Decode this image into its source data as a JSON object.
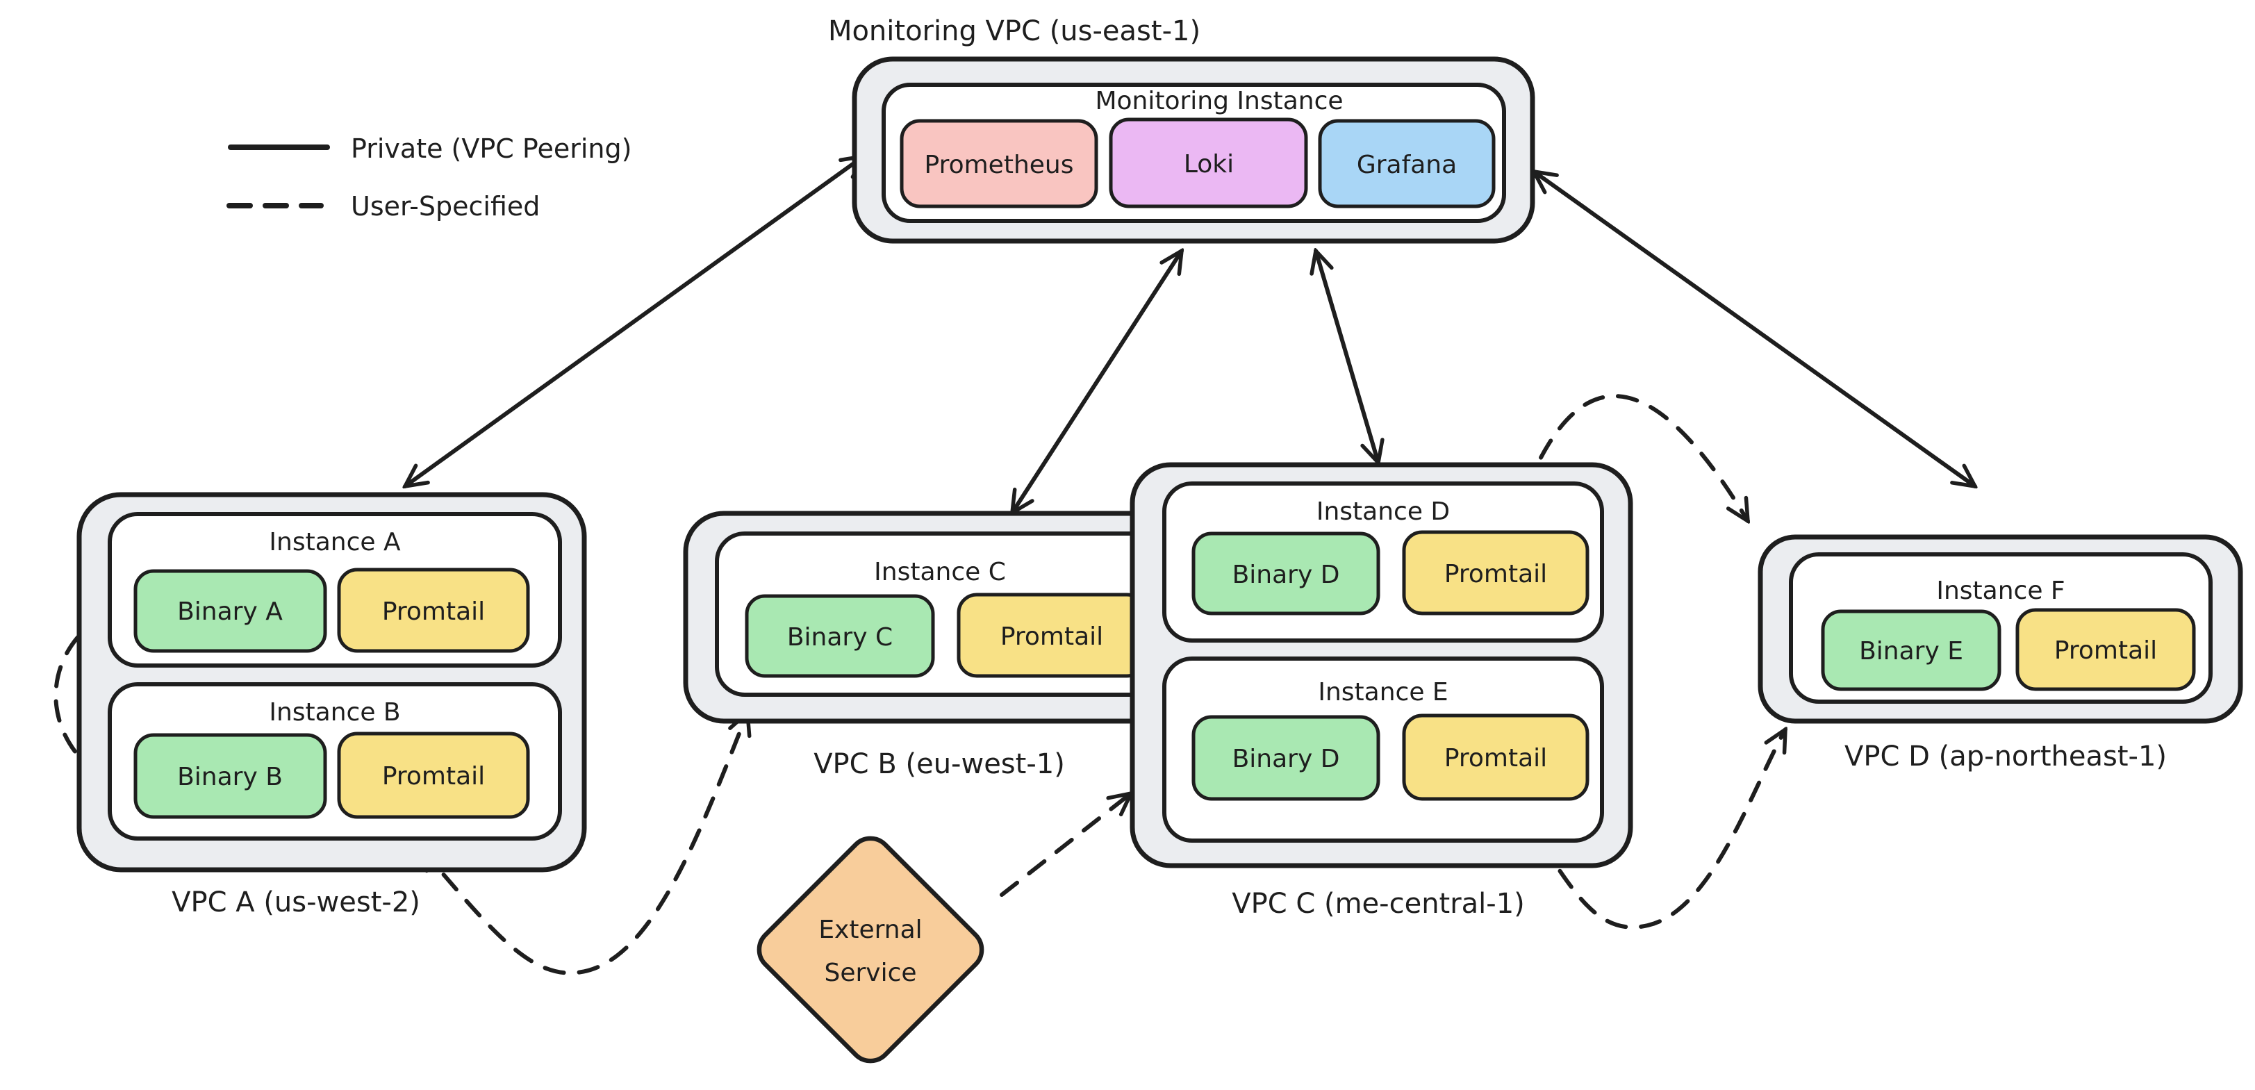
{
  "title": "Monitoring VPC (us-east-1)",
  "legend": {
    "private_label": "Private (VPC Peering)",
    "user_label": "User-Specified"
  },
  "monitoring": {
    "instance_label": "Monitoring Instance",
    "services": [
      {
        "name": "Prometheus"
      },
      {
        "name": "Loki"
      },
      {
        "name": "Grafana"
      }
    ]
  },
  "vpcs": [
    {
      "label": "VPC A (us-west-2)",
      "instances": [
        {
          "label": "Instance A",
          "binary": "Binary A",
          "agent": "Promtail"
        },
        {
          "label": "Instance B",
          "binary": "Binary B",
          "agent": "Promtail"
        }
      ]
    },
    {
      "label": "VPC B (eu-west-1)",
      "instances": [
        {
          "label": "Instance C",
          "binary": "Binary C",
          "agent": "Promtail"
        }
      ]
    },
    {
      "label": "VPC C (me-central-1)",
      "instances": [
        {
          "label": "Instance D",
          "binary": "Binary D",
          "agent": "Promtail"
        },
        {
          "label": "Instance E",
          "binary": "Binary D",
          "agent": "Promtail"
        }
      ]
    },
    {
      "label": "VPC D (ap-northeast-1)",
      "instances": [
        {
          "label": "Instance F",
          "binary": "Binary E",
          "agent": "Promtail"
        }
      ]
    }
  ],
  "external_service": {
    "line1": "External",
    "line2": "Service"
  },
  "colors": {
    "stroke": "#1e1e1e",
    "vpc_fill": "#ebedf0",
    "instance_fill": "#ffffff",
    "prometheus": "#f9c5c1",
    "loki": "#ebb8f3",
    "grafana": "#a9d6f6",
    "binary": "#a9e8b2",
    "promtail": "#f8e186",
    "external": "#f8cd9b"
  },
  "connections": [
    {
      "from": "monitoring-vpc",
      "to": "vpc-a",
      "style": "private-solid",
      "bidirectional": true
    },
    {
      "from": "monitoring-vpc",
      "to": "vpc-b",
      "style": "private-solid",
      "bidirectional": true
    },
    {
      "from": "monitoring-vpc",
      "to": "vpc-c",
      "style": "private-solid",
      "bidirectional": true
    },
    {
      "from": "monitoring-vpc",
      "to": "vpc-d",
      "style": "private-solid",
      "bidirectional": true
    },
    {
      "from": "instance-a",
      "to": "instance-b",
      "style": "user-dashed",
      "bidirectional": true
    },
    {
      "from": "vpc-a-instance-b",
      "to": "vpc-b-instance-c",
      "style": "user-dashed",
      "bidirectional": true
    },
    {
      "from": "external-service",
      "to": "vpc-c-instance-e",
      "style": "user-dashed",
      "bidirectional": false
    },
    {
      "from": "vpc-c",
      "to": "vpc-d",
      "style": "user-dashed",
      "bidirectional": true
    },
    {
      "from": "vpc-c-instance-e",
      "to": "vpc-d-instance-f",
      "style": "user-dashed",
      "bidirectional": true
    }
  ]
}
